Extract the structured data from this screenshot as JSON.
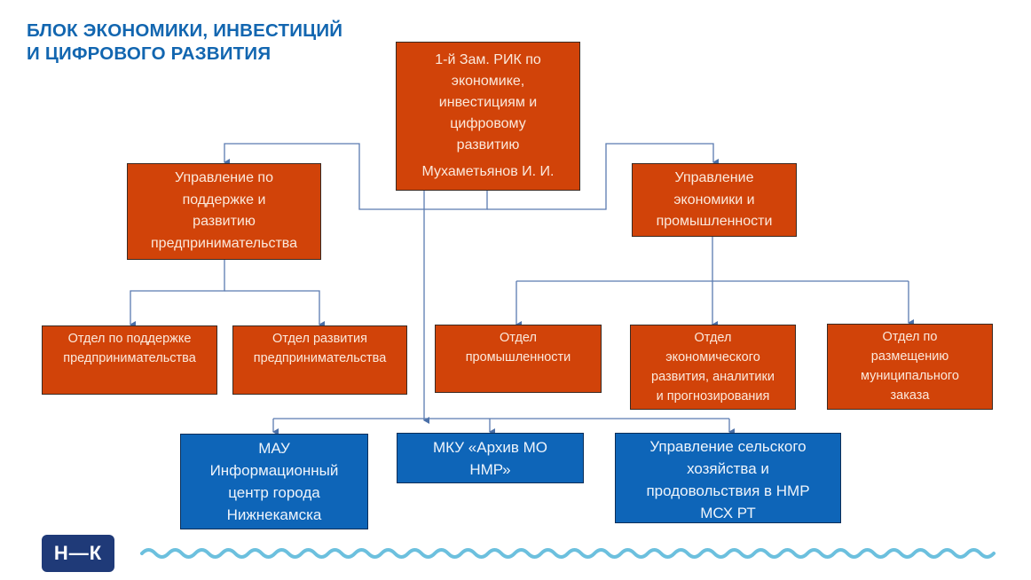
{
  "title": {
    "line1": "БЛОК ЭКОНОМИКИ, ИНВЕСТИЦИЙ",
    "line2": "И ЦИФРОВОГО РАЗВИТИЯ"
  },
  "head": {
    "text": "1-й Зам. РИК по\nэкономике,\nинвестициям  и\nцифровому\nразвитию",
    "person": "Мухаметьянов  И. И."
  },
  "departments": {
    "entrepreneurship": "Управление  по\nподдержке  и\nразвитию\nпредпринимательства",
    "economy": "Управление\nэкономики  и\nпромышленности"
  },
  "divisions": {
    "support": "Отдел по поддержке\nпредпринимательства",
    "development": "Отдел развития\nпредпринимательства",
    "industry": "Отдел\nпромышленности",
    "analytics": "Отдел\nэкономического\nразвития, аналитики\nи прогнозирования",
    "procurement": "Отдел по\nразмещению\nмуниципального\nзаказа"
  },
  "institutions": {
    "info_center": "МАУ\nИнформационный\nцентр города\nНижнекамска",
    "archive": "МКУ  «Архив  МО\nНМР»",
    "agriculture": "Управление  сельского\nхозяйства и\nпродовольствия  в НМР\nМСХ РТ"
  },
  "logo": {
    "text": "Н—К"
  },
  "colors": {
    "title": "#1266b0",
    "red_box": "#d14309",
    "blue_box": "#0e65b8",
    "connector": "#4a6fa8",
    "wave": "#6cc0de",
    "logo_bg": "#1f3a78"
  }
}
